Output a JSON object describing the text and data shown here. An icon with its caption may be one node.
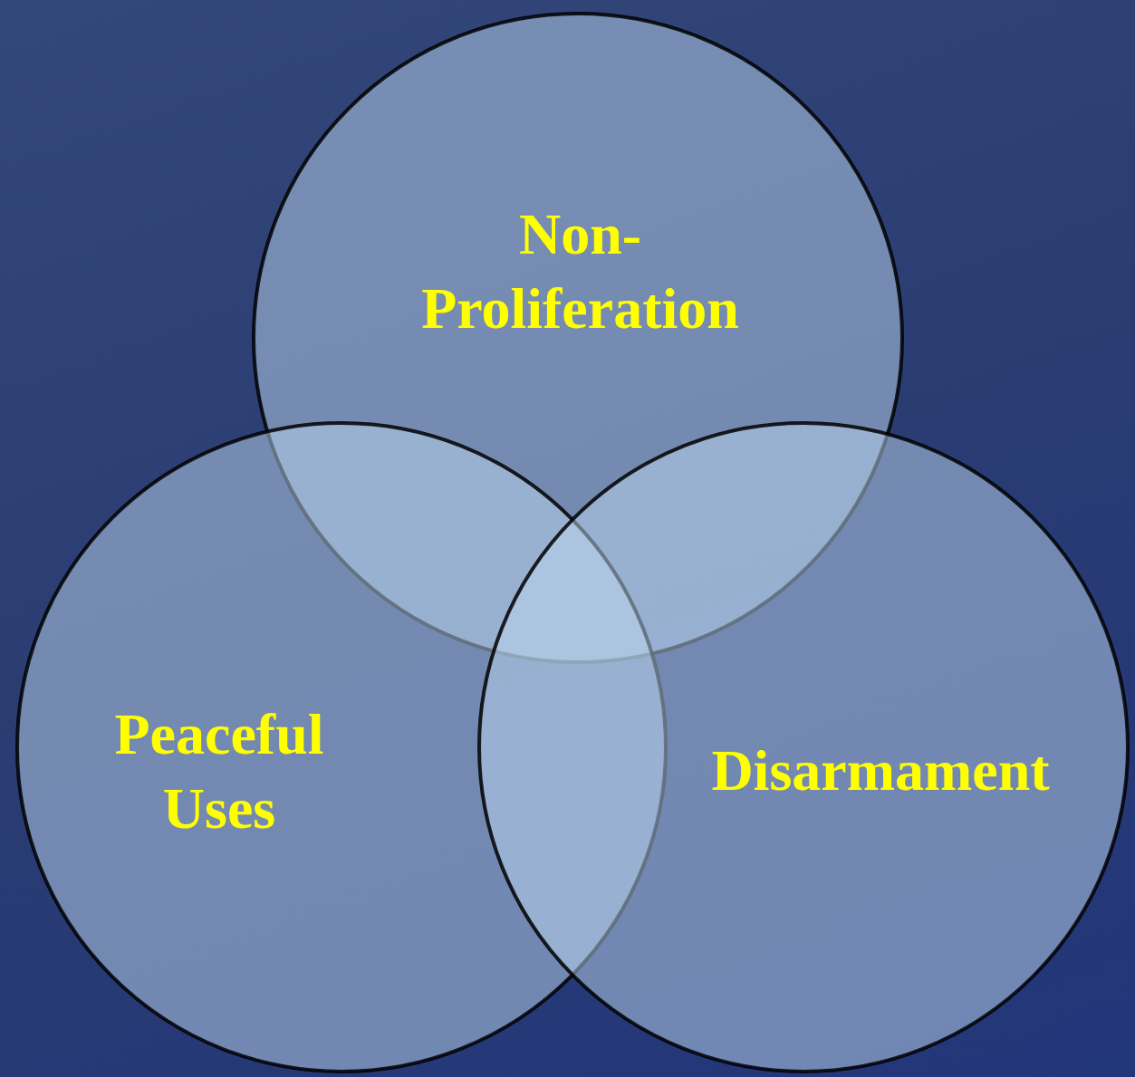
{
  "diagram": {
    "nodes": [
      {
        "text": [
          "Non- Proliferation"
        ]
      },
      {
        "text": [
          "Peaceful Uses"
        ]
      },
      {
        "text": [
          "Disarmament"
        ]
      }
    ]
  }
}
